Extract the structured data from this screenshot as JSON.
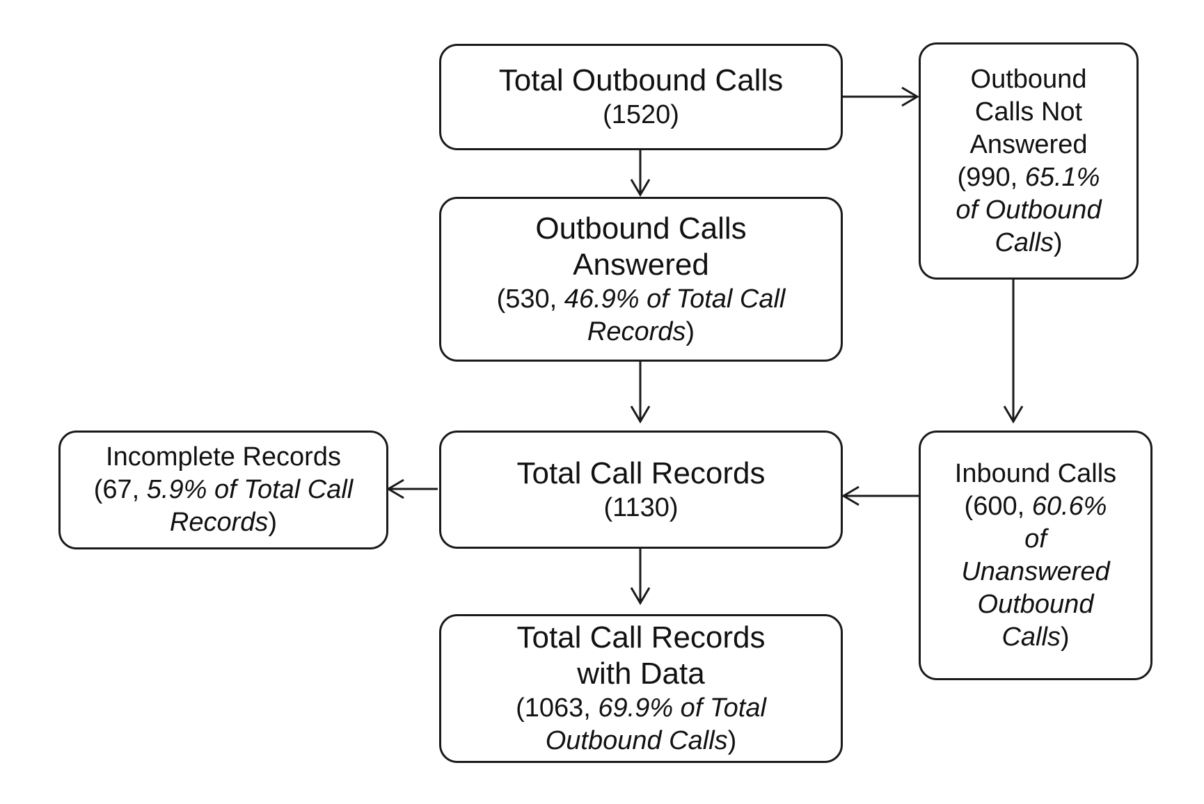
{
  "nodes": {
    "total_outbound": {
      "title_lines": [
        "Total Outbound Calls"
      ],
      "open": "(",
      "value": "1520",
      "close": ")"
    },
    "not_answered": {
      "title_lines": [
        "Outbound",
        "Calls Not",
        "Answered"
      ],
      "open": "(",
      "value": "990, ",
      "pct_lines": [
        "65.1%",
        "of Outbound",
        "Calls"
      ],
      "close": ")"
    },
    "answered": {
      "title_lines": [
        "Outbound Calls",
        "Answered"
      ],
      "open": "(",
      "value": "530, ",
      "pct_lines": [
        "46.9% of Total Call",
        "Records"
      ],
      "close": ")"
    },
    "incomplete": {
      "title_lines": [
        "Incomplete Records"
      ],
      "open": "(",
      "value": "67, ",
      "pct_lines": [
        "5.9% of Total Call",
        "Records"
      ],
      "close": ")"
    },
    "total_records": {
      "title_lines": [
        "Total Call Records"
      ],
      "open": "(",
      "value": "1130",
      "close": ")"
    },
    "inbound": {
      "title_lines": [
        "Inbound Calls"
      ],
      "open": "(",
      "value": "600, ",
      "pct_lines": [
        "60.6%",
        "of",
        "Unanswered",
        "Outbound",
        "Calls"
      ],
      "close": ")"
    },
    "with_data": {
      "title_lines": [
        "Total Call Records",
        "with Data"
      ],
      "open": "(",
      "value": "1063, ",
      "pct_lines": [
        "69.9% of Total",
        "Outbound Calls"
      ],
      "close": ")"
    }
  }
}
